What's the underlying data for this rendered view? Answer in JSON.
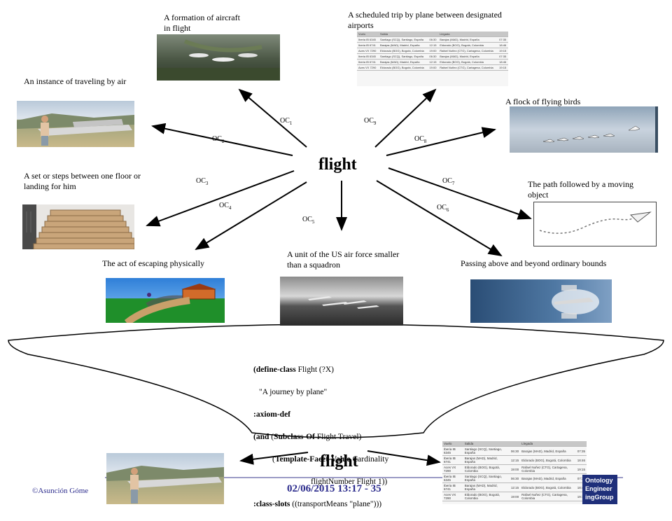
{
  "center": {
    "word": "flight"
  },
  "captions": {
    "formation": "A formation of aircraft in flight",
    "scheduled_trip": "A scheduled trip by plane between designated airports",
    "instance": "An instance of traveling by air",
    "birds": "A flock of flying birds",
    "stairs": "A set or steps between one floor or landing for him",
    "path": "The path followed by a moving object",
    "escape": "The act of escaping physically",
    "air_force": "A unit of the US air force smaller than a squadron",
    "passing": "Passing above and beyond ordinary bounds"
  },
  "oc_labels": {
    "oc1": {
      "base": "OC",
      "sub": "1"
    },
    "oc2": {
      "base": "OC",
      "sub": "2"
    },
    "oc3": {
      "base": "OC",
      "sub": "3"
    },
    "oc4": {
      "base": "OC",
      "sub": "4"
    },
    "oc5": {
      "base": "OC",
      "sub": "5"
    },
    "oc6": {
      "base": "OC",
      "sub": "6"
    },
    "oc7": {
      "base": "OC",
      "sub": "7"
    },
    "oc8": {
      "base": "OC",
      "sub": "8"
    },
    "oc9": {
      "base": "OC",
      "sub": "9"
    }
  },
  "schedule_table": {
    "headers": [
      "Vuelo",
      "Salida",
      "Llegada"
    ],
    "rows": [
      [
        "Iberia IB 6345",
        "Santiago (SCQ), Santiago, España",
        "06:30",
        "Barajas (MAD), Madrid, España",
        "07:35"
      ],
      [
        "Iberia IB 6741",
        "Barajas (MAD), Madrid, España",
        "12:15",
        "Eldorado (BOG), Bogotá, Colombia",
        "18:46"
      ],
      [
        "Aces VX 7290",
        "Eldorado (BOG), Bogotá, Colombia",
        "19:00",
        "Rafael Nuñez (CTG), Cartagena, Colombia",
        "19:15"
      ],
      [
        "Iberia IB 6345",
        "Santiago (SCQ), Santiago, España",
        "06:30",
        "Barajas (MAD), Madrid, España",
        "07:35"
      ],
      [
        "Iberia IB 6741",
        "Barajas (MAD), Madrid, España",
        "12:15",
        "Eldorado (BOG), Bogotá, Colombia",
        "18:46"
      ],
      [
        "Aces VX 7290",
        "Eldorado (BOG), Bogotá, Colombia",
        "19:00",
        "Rafael Nuñez (CTG), Cartagena, Colombia",
        "19:15"
      ]
    ]
  },
  "ontology_code": {
    "line1_kw": "(define-class",
    "line1_rest": " Flight (?X)",
    "line2": "\"A journey by plane\"",
    "line3_kw": ":axiom-def",
    "line4_kw1": "(and",
    "line4_mid": " (",
    "line4_kw2": "Subclass-Of",
    "line4_rest": " Flight Travel)",
    "line5_pre": "(",
    "line5_kw": "Template-Facet-Value",
    "line5_rest": " Cardinality",
    "line6": "flightNumber Flight 1))",
    "line7_kw": ":class-slots",
    "line7_rest": " ((transportMeans \"plane\")))"
  },
  "bottom": {
    "word": "flight"
  },
  "footer": {
    "author": "©Asunción Góme",
    "timestamp": "02/06/2015 13:17 - 35"
  },
  "logo": {
    "line1": "Ontology",
    "line2": "Engineer",
    "line3": "ingGroup"
  },
  "colors": {
    "footer_text": "#2b2b8c",
    "logo_bg": "#1f2f7a",
    "arrow": "#000000"
  }
}
